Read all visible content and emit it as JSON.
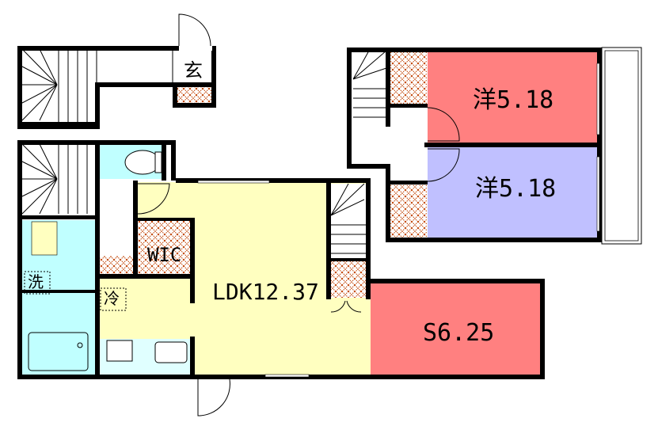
{
  "plan": {
    "rooms": {
      "entrance": "玄",
      "wic": "WIC",
      "ldk": "LDK12.37",
      "washer": "洗",
      "fridge": "冷",
      "western_upper": "洋5.18",
      "western_lower": "洋5.18",
      "service_room": "S6.25"
    },
    "colors": {
      "ldk": "#FFFFC0",
      "wet_area": "#C0FFFF",
      "western_upper": "#FF8080",
      "western_lower": "#C0C0FF",
      "service_room": "#FF8080",
      "storage_hatch": "#C04000"
    }
  }
}
